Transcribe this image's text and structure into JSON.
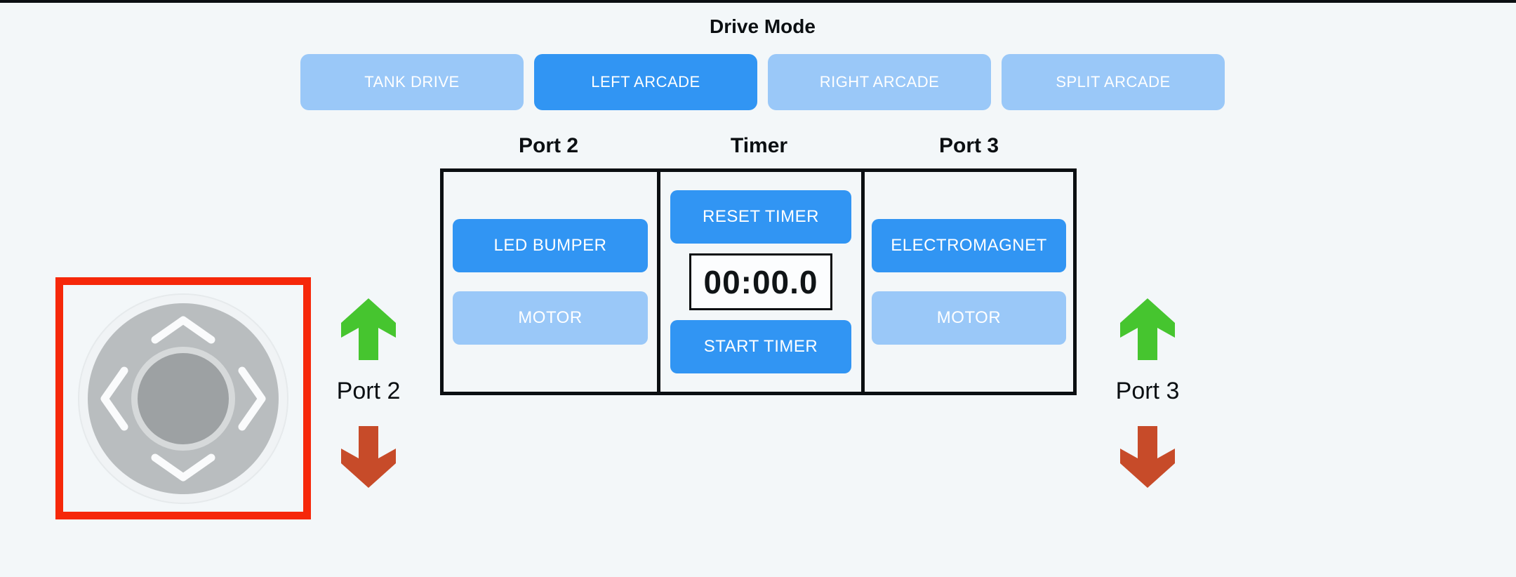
{
  "drive_mode": {
    "title": "Drive Mode",
    "options": [
      {
        "label": "TANK DRIVE",
        "selected": false
      },
      {
        "label": "LEFT ARCADE",
        "selected": true
      },
      {
        "label": "RIGHT ARCADE",
        "selected": false
      },
      {
        "label": "SPLIT ARCADE",
        "selected": false
      }
    ]
  },
  "control_panel": {
    "columns": [
      {
        "header": "Port 2",
        "buttons": [
          {
            "label": "LED BUMPER",
            "active": true
          },
          {
            "label": "MOTOR",
            "active": false
          }
        ]
      },
      {
        "header": "Timer",
        "buttons": [
          {
            "label": "RESET TIMER",
            "active": true
          },
          {
            "label": "START TIMER",
            "active": true
          }
        ],
        "display": "00:00.0"
      },
      {
        "header": "Port 3",
        "buttons": [
          {
            "label": "ELECTROMAGNET",
            "active": true
          },
          {
            "label": "MOTOR",
            "active": false
          }
        ]
      }
    ]
  },
  "joystick": {
    "selected": true,
    "chevrons": [
      "up",
      "down",
      "left",
      "right"
    ]
  },
  "port_indicators": [
    {
      "label": "Port 2",
      "up_color": "#46c52f",
      "down_color": "#c74b29"
    },
    {
      "label": "Port 3",
      "up_color": "#46c52f",
      "down_color": "#c74b29"
    }
  ],
  "colors": {
    "accent_blue": "#3195f3",
    "inactive_blue": "#9ac8f8",
    "background": "#f3f7f9",
    "selection_red": "#f6280a",
    "green_arrow": "#46c52f",
    "red_arrow": "#c74b29"
  }
}
